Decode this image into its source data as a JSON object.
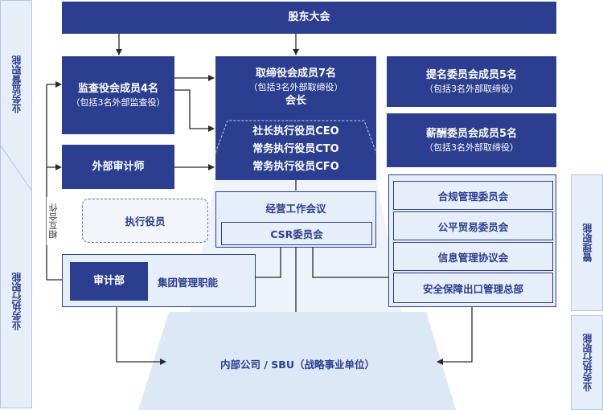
{
  "shareholders": "股东大会",
  "auditors_board": {
    "title": "监查役会成员4名",
    "note": "（包括3名外部监查役）"
  },
  "board": {
    "title": "取缔役会成员7名",
    "note": "（包括3名外部取缔役）",
    "chair": "会长"
  },
  "nomination": {
    "title": "提名委员会成员5名",
    "note": "（包括3名外部取缔役）"
  },
  "compensation": {
    "title": "薪酬委员会成员5名",
    "note": "（包括3名外部取缔役）"
  },
  "officers": {
    "line1": "社长执行役员CEO",
    "line2": "常务执行役员CTO",
    "line3": "常务执行役员CFO"
  },
  "external_auditor": "外部审计师",
  "executive_officers": "执行役员",
  "mutual_cooperation": "相互合作",
  "management_meeting": "经营工作会议",
  "csr_committee": "CSR委员会",
  "audit_dept": "审计部",
  "group_management": "集团管理职能",
  "committees": [
    "合规管理委员会",
    "公平贸易委员会",
    "信息管理协议会",
    "安全保障出口管理总部"
  ],
  "subsidiaries": "内部公司 / SBU（战略事业单位）",
  "left_labels": {
    "supervision": "业务监督职能",
    "execution": "业务执行职能"
  },
  "right_labels": {
    "management": "管理职能",
    "execution": "业务执行职能"
  },
  "colors": {
    "navy": "#2c3e8f",
    "light_blue": "#e6eef9",
    "line": "#2a2a2a"
  }
}
